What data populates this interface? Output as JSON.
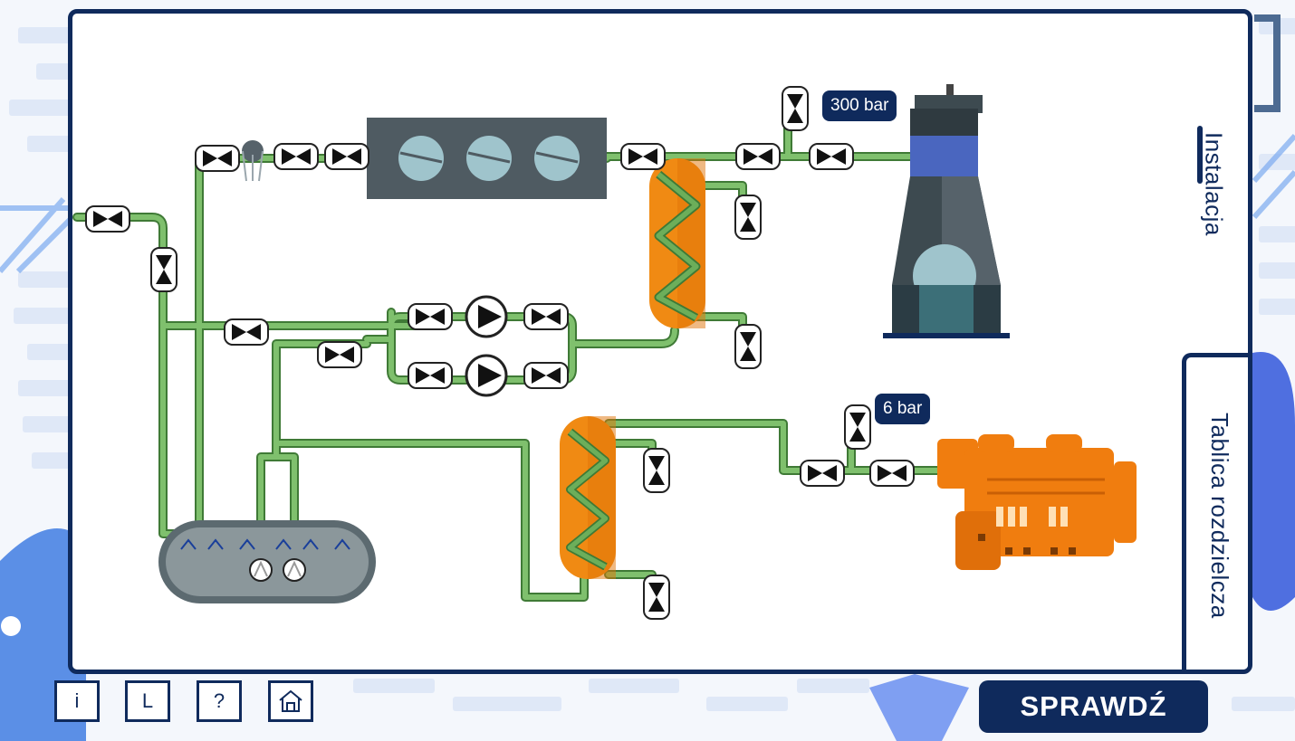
{
  "labels": {
    "pressure_high": "300 bar",
    "pressure_low": "6 bar"
  },
  "tabs": {
    "installation": "Instalacja",
    "switchboard": "Tablica rozdzielcza"
  },
  "toolbar": {
    "info": "i",
    "legend": "L",
    "help": "?",
    "home_icon": "home-icon"
  },
  "check_button": "SPRAWDŹ",
  "colors": {
    "navy": "#0f2a5c",
    "pipe": "#6cae5a",
    "pipe_edge": "#3f7a36",
    "vessel": "#f08a13",
    "machine": "#4f5b62",
    "engine": "#f07d0f",
    "tank": "#5c6a70"
  }
}
